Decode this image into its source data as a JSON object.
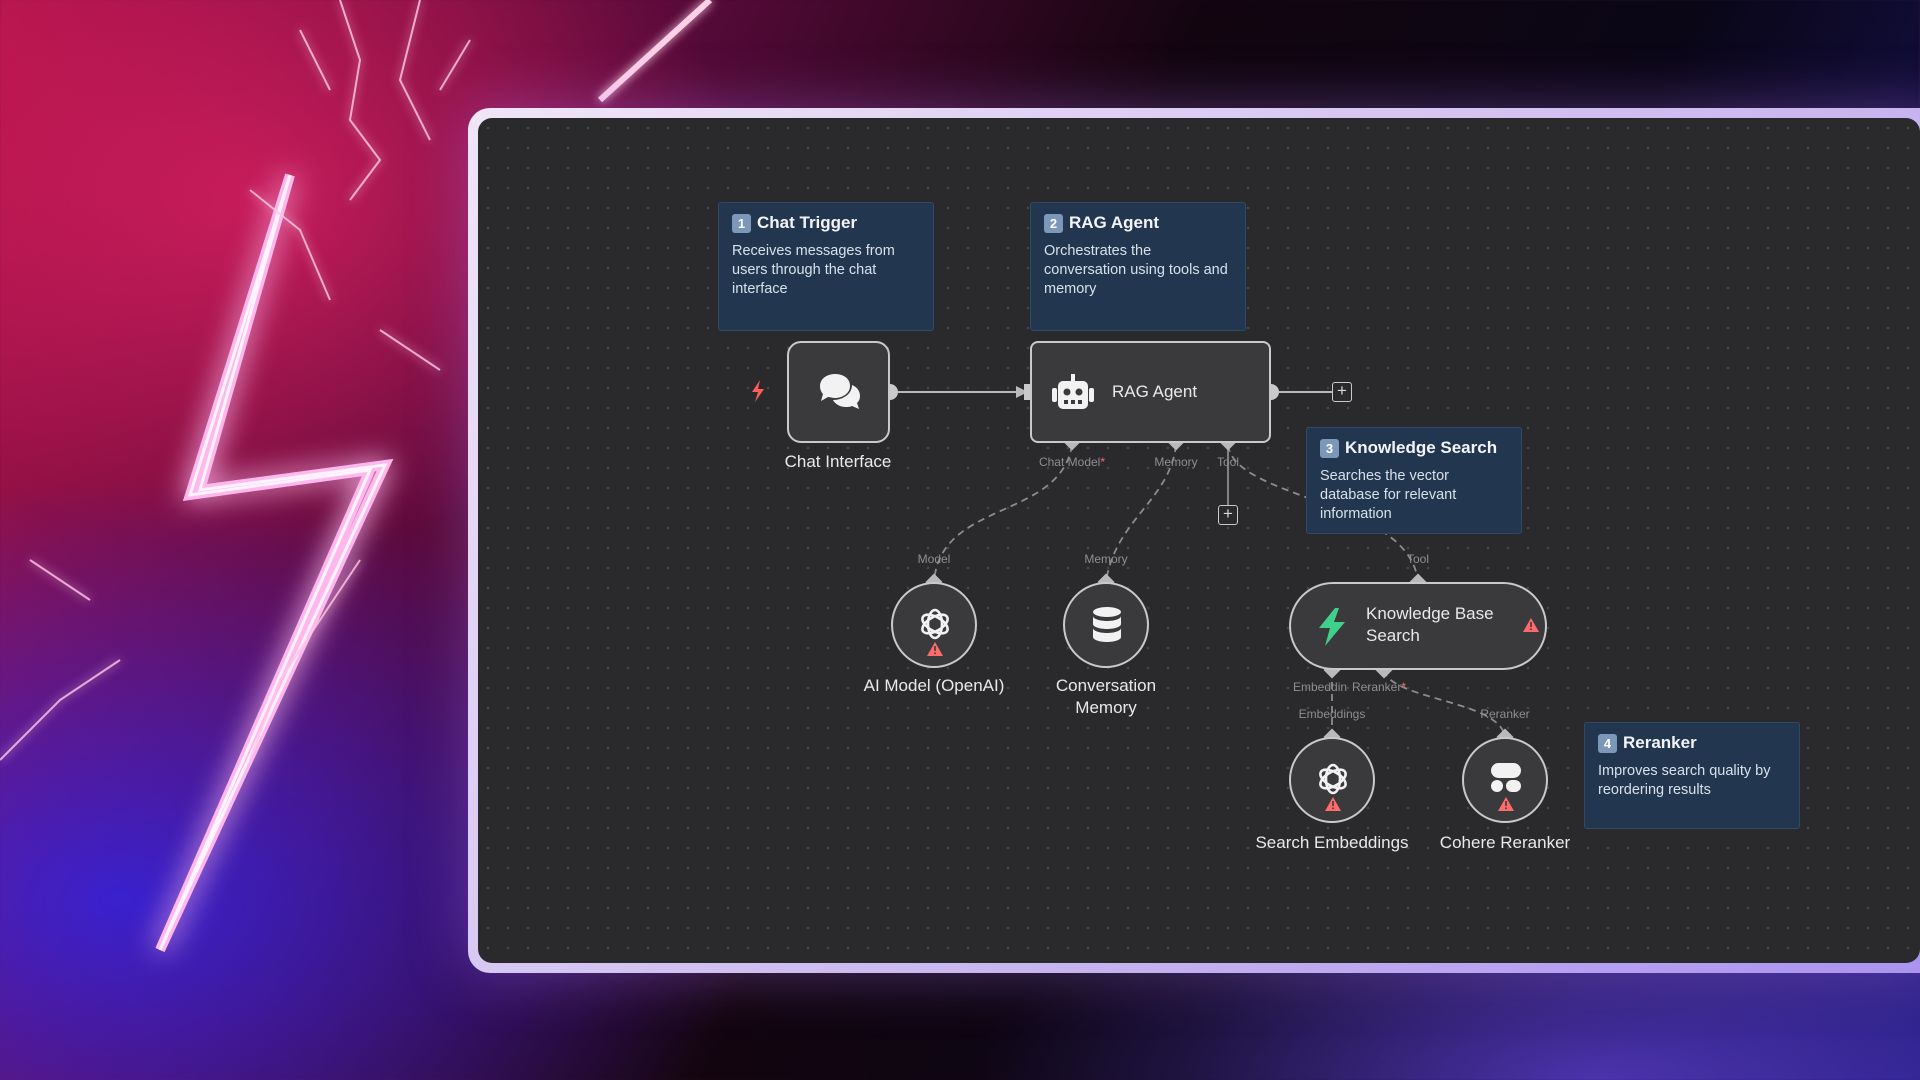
{
  "notes": [
    {
      "num": "1",
      "title": "Chat Trigger",
      "body": "Receives messages from users through the chat interface"
    },
    {
      "num": "2",
      "title": "RAG Agent",
      "body": "Orchestrates the conversation using tools and memory"
    },
    {
      "num": "3",
      "title": "Knowledge Search",
      "body": "Searches the vector database for relevant information"
    },
    {
      "num": "4",
      "title": "Reranker",
      "body": "Improves search quality by reordering results"
    }
  ],
  "nodes": {
    "chat_interface": "Chat Interface",
    "rag_agent": "RAG Agent",
    "ai_model": "AI Model (OpenAI)",
    "conversation_memory": "Conversation Memory",
    "knowledge_base_search": "Knowledge Base Search",
    "search_embeddings": "Search Embeddings",
    "cohere_reranker": "Cohere Reranker"
  },
  "ports": {
    "chat_model": "Chat Model",
    "chat_model_required": "*",
    "memory": "Memory",
    "tool": "Tool",
    "model_in": "Model",
    "memory_in": "Memory",
    "tool_in": "Tool",
    "embeddings_out": "Embeddin",
    "reranker_out": "Reranker",
    "reranker_required": "*",
    "embeddings_in": "Embeddings",
    "reranker_in": "Reranker"
  },
  "icons": {
    "trigger": "lightning-bolt-icon",
    "chat": "chat-bubbles-icon",
    "agent": "robot-icon",
    "openai": "openai-icon",
    "database": "database-icon",
    "vector_store": "bolt-store-icon",
    "cohere": "cohere-icon",
    "warning": "warning-triangle-icon",
    "add": "plus-icon"
  },
  "colors": {
    "canvas": "#2a2a2c",
    "node_fill": "#3a3a3d",
    "node_border": "#c9c9cc",
    "note_fill": "#22364f",
    "warning": "#ff6b6b",
    "trigger": "#ff5c5c",
    "accent_green": "#3fd18b"
  }
}
